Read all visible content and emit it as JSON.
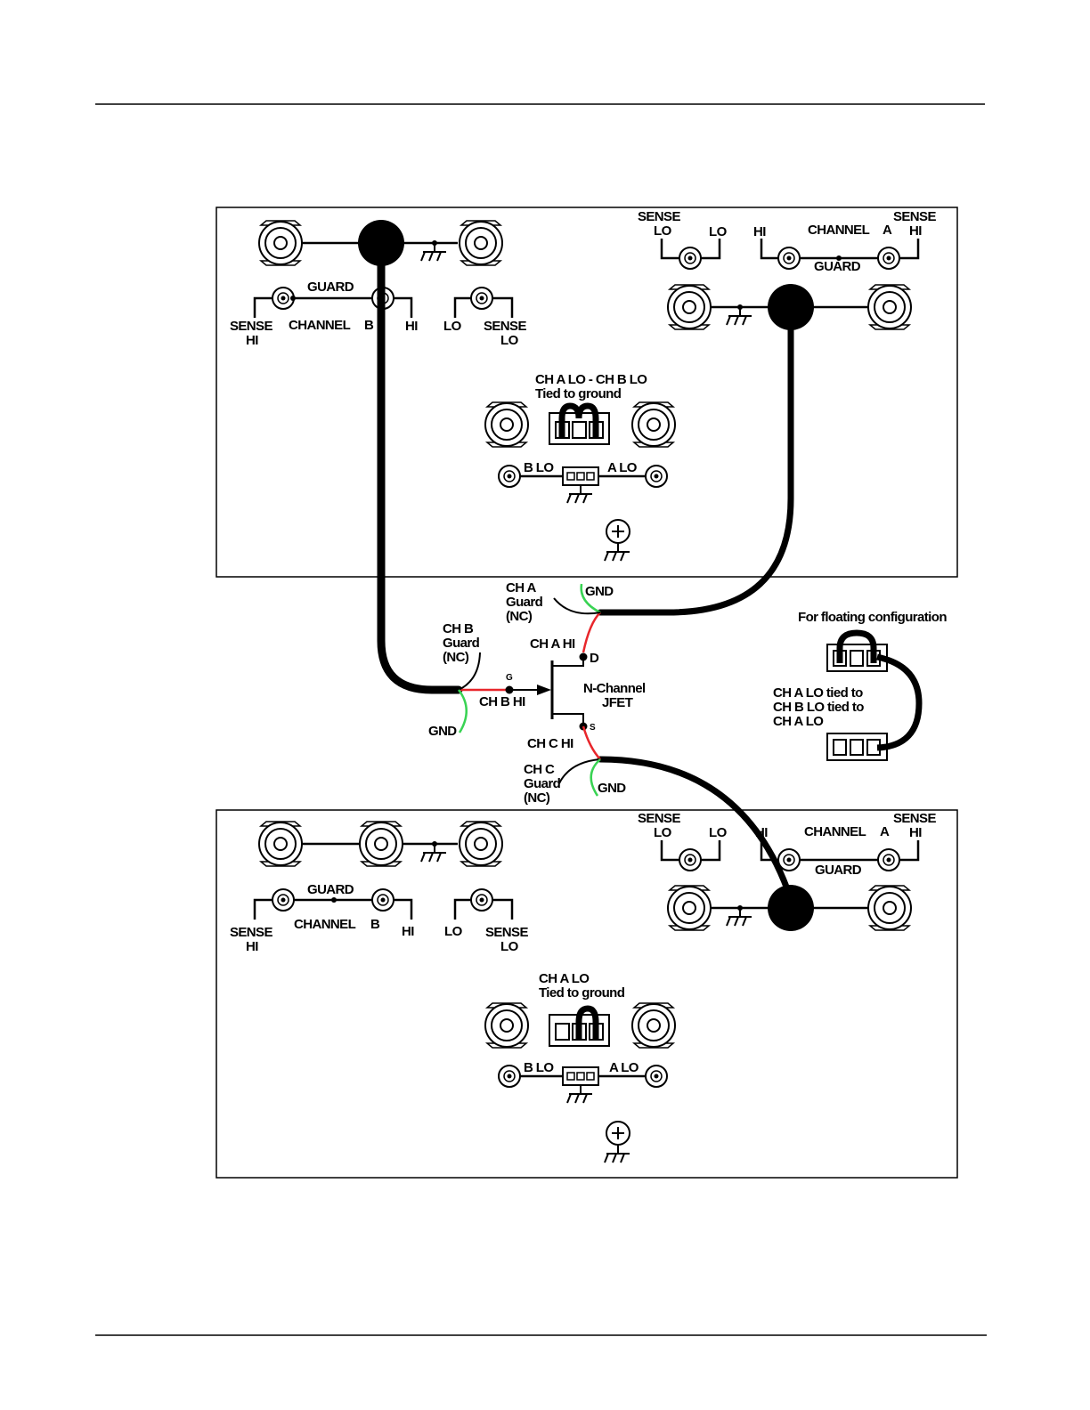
{
  "top_panel": {
    "ch_a": {
      "sense_lo_1": "SENSE",
      "sense_lo_2": "LO",
      "lo": "LO",
      "hi": "HI",
      "channel": "CHANNEL",
      "channel_letter": "A",
      "sense_hi_1": "SENSE",
      "sense_hi_2": "HI",
      "guard": "GUARD"
    },
    "ch_b": {
      "guard": "GUARD",
      "sense_hi_1": "SENSE",
      "sense_hi_2": "HI",
      "channel": "CHANNEL",
      "channel_letter": "B",
      "hi": "HI",
      "lo": "LO",
      "sense_lo_1": "SENSE",
      "sense_lo_2": "LO"
    },
    "jumper_note_1": "CH A LO - CH B LO",
    "jumper_note_2": "Tied to ground",
    "b_lo": "B  LO",
    "a_lo": "A  LO"
  },
  "bottom_panel": {
    "ch_a": {
      "sense_lo_1": "SENSE",
      "sense_lo_2": "LO",
      "lo": "LO",
      "hi": "HI",
      "channel": "CHANNEL",
      "channel_letter": "A",
      "sense_hi_1": "SENSE",
      "sense_hi_2": "HI",
      "guard": "GUARD"
    },
    "ch_b": {
      "guard": "GUARD",
      "sense_hi_1": "SENSE",
      "sense_hi_2": "HI",
      "channel": "CHANNEL",
      "channel_letter": "B",
      "hi": "HI",
      "lo": "LO",
      "sense_lo_1": "SENSE",
      "sense_lo_2": "LO"
    },
    "jumper_note_1": "CH A LO",
    "jumper_note_2": "Tied to ground",
    "b_lo": "B  LO",
    "a_lo": "A  LO"
  },
  "middle": {
    "ch_a_guard": [
      "CH A",
      "Guard",
      "(NC)"
    ],
    "gnd_a": "GND",
    "ch_a_hi": "CH A HI",
    "drain": "D",
    "ch_b_guard": [
      "CH B",
      "Guard",
      "(NC)"
    ],
    "gate": "G",
    "ch_b_hi": "CH B HI",
    "gnd_b": "GND",
    "jfet": [
      "N-Channel",
      "JFET"
    ],
    "source": "S",
    "ch_c_hi": "CH C HI",
    "ch_c_guard": [
      "CH C",
      "Guard",
      "(NC)"
    ],
    "gnd_c": "GND"
  },
  "floating": {
    "title": "For floating configuration",
    "note": [
      "CH A LO tied to",
      "CH B LO tied to",
      "CH A LO"
    ]
  },
  "colors": {
    "wire": "#000000",
    "hi_wire": "#e8262b",
    "gnd_wire": "#39d353"
  }
}
